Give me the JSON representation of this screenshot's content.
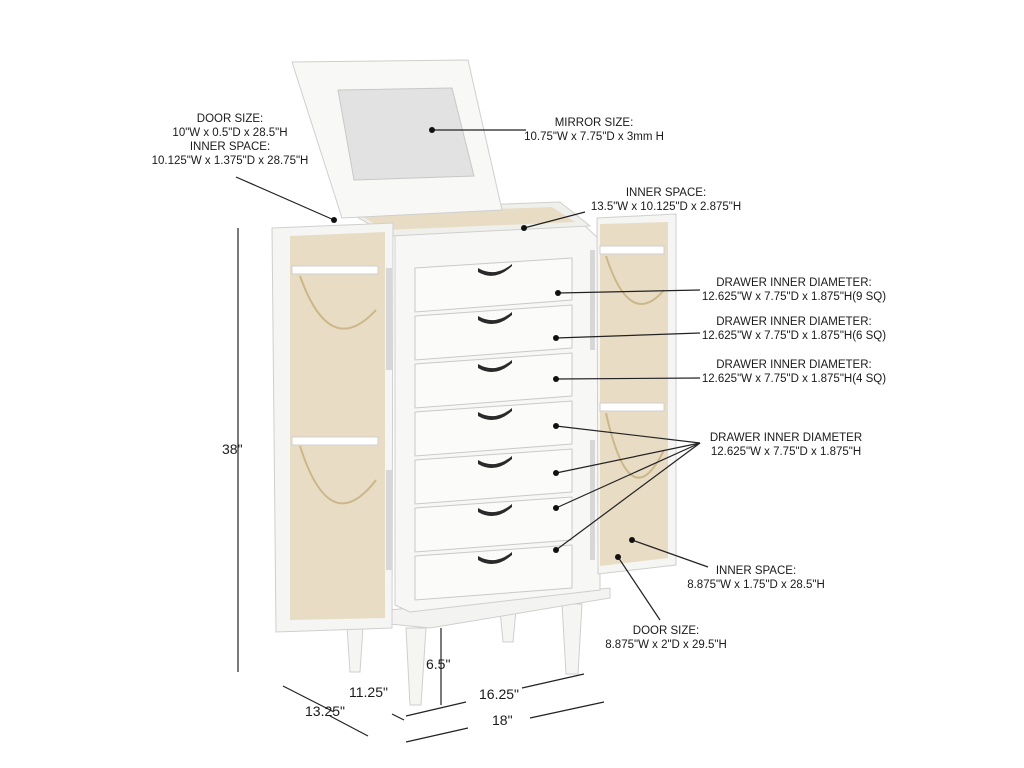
{
  "callouts": {
    "door_left": {
      "title": "DOOR SIZE:",
      "size": "10\"W x 0.5\"D x 28.5\"H",
      "inner_title": "INNER SPACE:",
      "inner_size": "10.125\"W x 1.375\"D x 28.75\"H"
    },
    "mirror": {
      "title": "MIRROR SIZE:",
      "size": "10.75\"W x 7.75\"D x 3mm H"
    },
    "top_inner": {
      "title": "INNER SPACE:",
      "size": "13.5\"W x 10.125\"D x 2.875\"H"
    },
    "drawer_9sq": {
      "title": "DRAWER INNER DIAMETER:",
      "size": "12.625\"W x 7.75\"D x 1.875\"H(9 SQ)"
    },
    "drawer_6sq": {
      "title": "DRAWER INNER DIAMETER:",
      "size": "12.625\"W x 7.75\"D x 1.875\"H(6 SQ)"
    },
    "drawer_4sq": {
      "title": "DRAWER INNER DIAMETER:",
      "size": "12.625\"W x 7.75\"D x 1.875\"H(4 SQ)"
    },
    "drawer_plain": {
      "title": "DRAWER INNER DIAMETER",
      "size": "12.625\"W x 7.75\"D x 1.875\"H"
    },
    "right_inner": {
      "title": "INNER SPACE:",
      "size": "8.875\"W x 1.75\"D x 28.5\"H"
    },
    "door_right": {
      "title": "DOOR SIZE:",
      "size": "8.875\"W x 2\"D x 29.5\"H"
    }
  },
  "dimensions": {
    "height": "38\"",
    "leg_height": "6.5\"",
    "inner_depth": "11.25\"",
    "outer_depth": "13.25\"",
    "inner_width": "16.25\"",
    "outer_width": "18\""
  },
  "colors": {
    "cabinet": "#f7f7f5",
    "lining": "#e8dcc4",
    "line": "#222222"
  }
}
